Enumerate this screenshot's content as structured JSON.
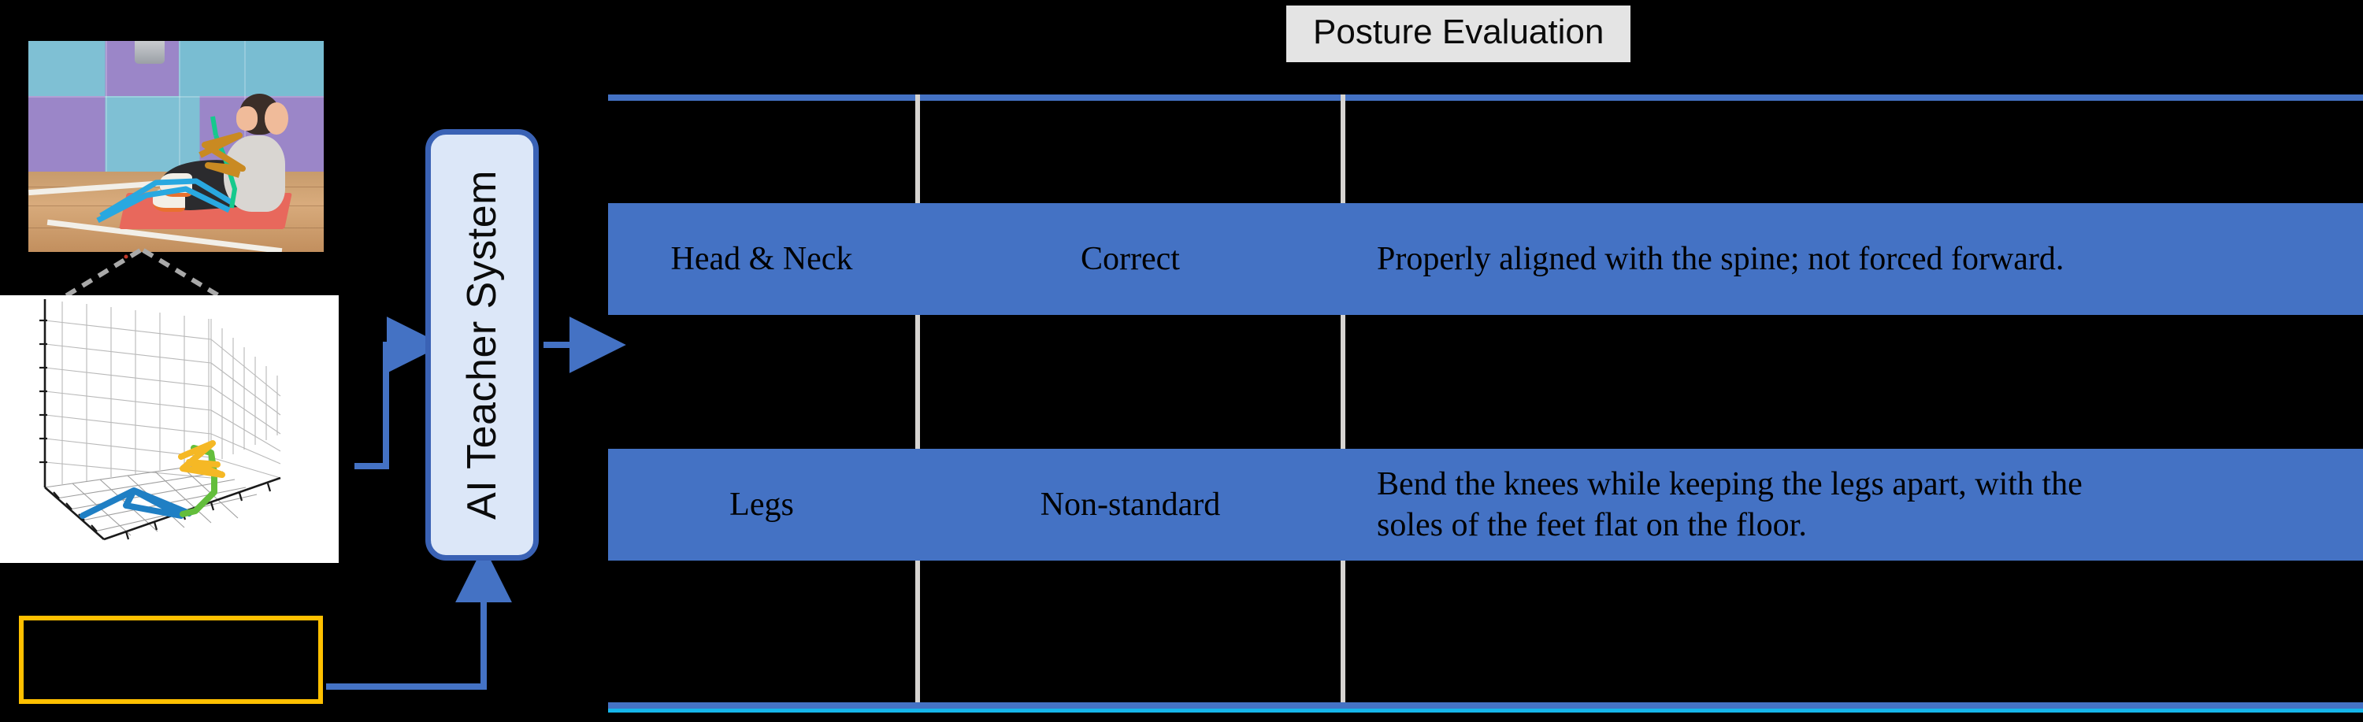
{
  "title_chip": {
    "label": "Posture Evaluation"
  },
  "pipeline": {
    "ai_box": {
      "label": "AI Teacher System"
    },
    "input_photo": {
      "name": "sit-up-exercise-video-frame"
    },
    "pose_plot": {
      "name": "3d-skeleton-pose-plot"
    },
    "bottom_box": {
      "name": "reference-standard-box",
      "label": ""
    }
  },
  "table": {
    "columns": [
      "",
      "",
      ""
    ],
    "rows": [
      {
        "part": "Head & Neck",
        "status": "Correct",
        "description": "Properly aligned with the spine; not forced forward."
      },
      {
        "part": "Legs",
        "status": "Non-standard",
        "description_line1": "Bend the knees while keeping the legs apart, with the",
        "description_line2": "soles of the feet flat on the floor."
      }
    ]
  },
  "colors": {
    "background": "#000000",
    "row_blue": "#4472C4",
    "rule_blue": "#4472C4",
    "rule_cyan": "#16B6EA",
    "divider_gray": "#D6D4D1",
    "box_fill": "#DCE7F8",
    "box_border": "#3A62B5",
    "gold_border": "#FFC000",
    "chip_bg": "#E4E4E4",
    "connector_blue": "#4472C4"
  },
  "chart_data": {
    "type": "scatter",
    "title": "",
    "xlabel": "",
    "ylabel": "",
    "zlabel": "",
    "grid": true,
    "legend": "none",
    "series": [
      {
        "name": "legs-chain",
        "color": "#1F7FC4",
        "points": [
          [
            0.12,
            0.62
          ],
          [
            0.33,
            0.52
          ],
          [
            0.46,
            0.46
          ],
          [
            0.62,
            0.55
          ],
          [
            0.72,
            0.58
          ],
          [
            0.46,
            0.6
          ]
        ]
      },
      {
        "name": "spine-chain",
        "color": "#63BE3C",
        "points": [
          [
            0.72,
            0.58
          ],
          [
            0.78,
            0.46
          ],
          [
            0.77,
            0.36
          ],
          [
            0.73,
            0.31
          ],
          [
            0.69,
            0.29
          ]
        ]
      },
      {
        "name": "arms-chain",
        "color": "#F5B825",
        "points": [
          [
            0.62,
            0.33
          ],
          [
            0.8,
            0.29
          ],
          [
            0.66,
            0.35
          ],
          [
            0.83,
            0.36
          ],
          [
            0.7,
            0.38
          ],
          [
            0.84,
            0.38
          ]
        ]
      }
    ]
  }
}
